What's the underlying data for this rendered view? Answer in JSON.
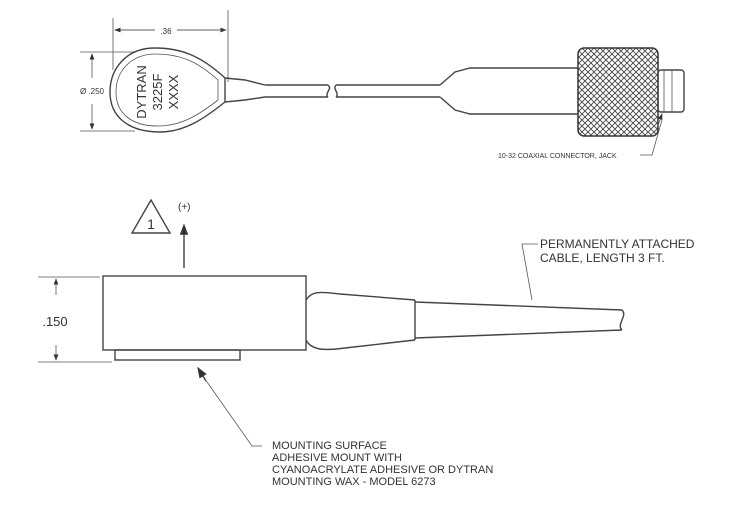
{
  "top_view": {
    "width_dim": ".36",
    "diameter_dim": "Ø .250",
    "marking_lines": [
      "DYTRAN",
      "3225F",
      "XXXX"
    ],
    "connector_label": "10-32 COAXIAL CONNECTOR, JACK"
  },
  "side_view": {
    "height_dim": ".150",
    "note_number": "1",
    "polarity": "(+)",
    "cable_label_lines": [
      "PERMANENTLY ATTACHED",
      "CABLE, LENGTH 3 FT."
    ],
    "mounting_label_lines": [
      "MOUNTING SURFACE",
      "ADHESIVE MOUNT  WITH",
      "CYANOACRYLATE ADHESIVE OR DYTRAN",
      "MOUNTING WAX - MODEL 6273"
    ]
  }
}
